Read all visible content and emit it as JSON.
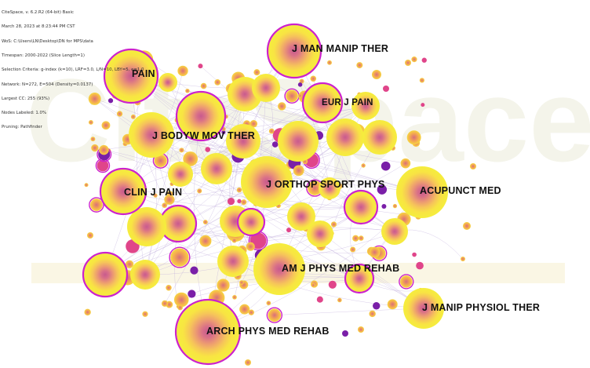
{
  "meta": {
    "lines": [
      "CiteSpace, v. 6.2.R2 (64-bit) Basic",
      "March 28, 2023 at 8:23:44 PM CST",
      "WoS: C:\\Users\\LN\\Desktop\\DN for MPS\\data",
      "Timespan: 2000-2022 (Slice Length=1)",
      "Selection Criteria: g-index (k=10), LRF=3.0, L/N=10, LBY=5, e=1.0",
      "Network: N=272, E=504 (Density=0.0137)",
      "Largest CC: 255 (93%)",
      "Nodes Labeled: 1.0%",
      "Pruning: Pathfinder"
    ]
  },
  "watermark": "CiteSpace",
  "colors": {
    "node_outer": "#f7ec3a",
    "node_inner": "#d46a8a",
    "burst_ring": "#cc22cc",
    "links": "#b9a6d8",
    "centrality_ring": "#8a2be2",
    "watermark": "#f2f2e8"
  },
  "labeled_nodes": [
    {
      "label": "J MAN MANIP THER"
    },
    {
      "label": "PAIN"
    },
    {
      "label": "EUR J PAIN"
    },
    {
      "label": "J BODYW MOV THER"
    },
    {
      "label": "CLIN J PAIN"
    },
    {
      "label": "J ORTHOP SPORT PHYS"
    },
    {
      "label": "ACUPUNCT MED"
    },
    {
      "label": "AM J PHYS MED REHAB"
    },
    {
      "label": "J MANIP PHYSIOL THER"
    },
    {
      "label": "ARCH PHYS MED REHAB"
    }
  ]
}
